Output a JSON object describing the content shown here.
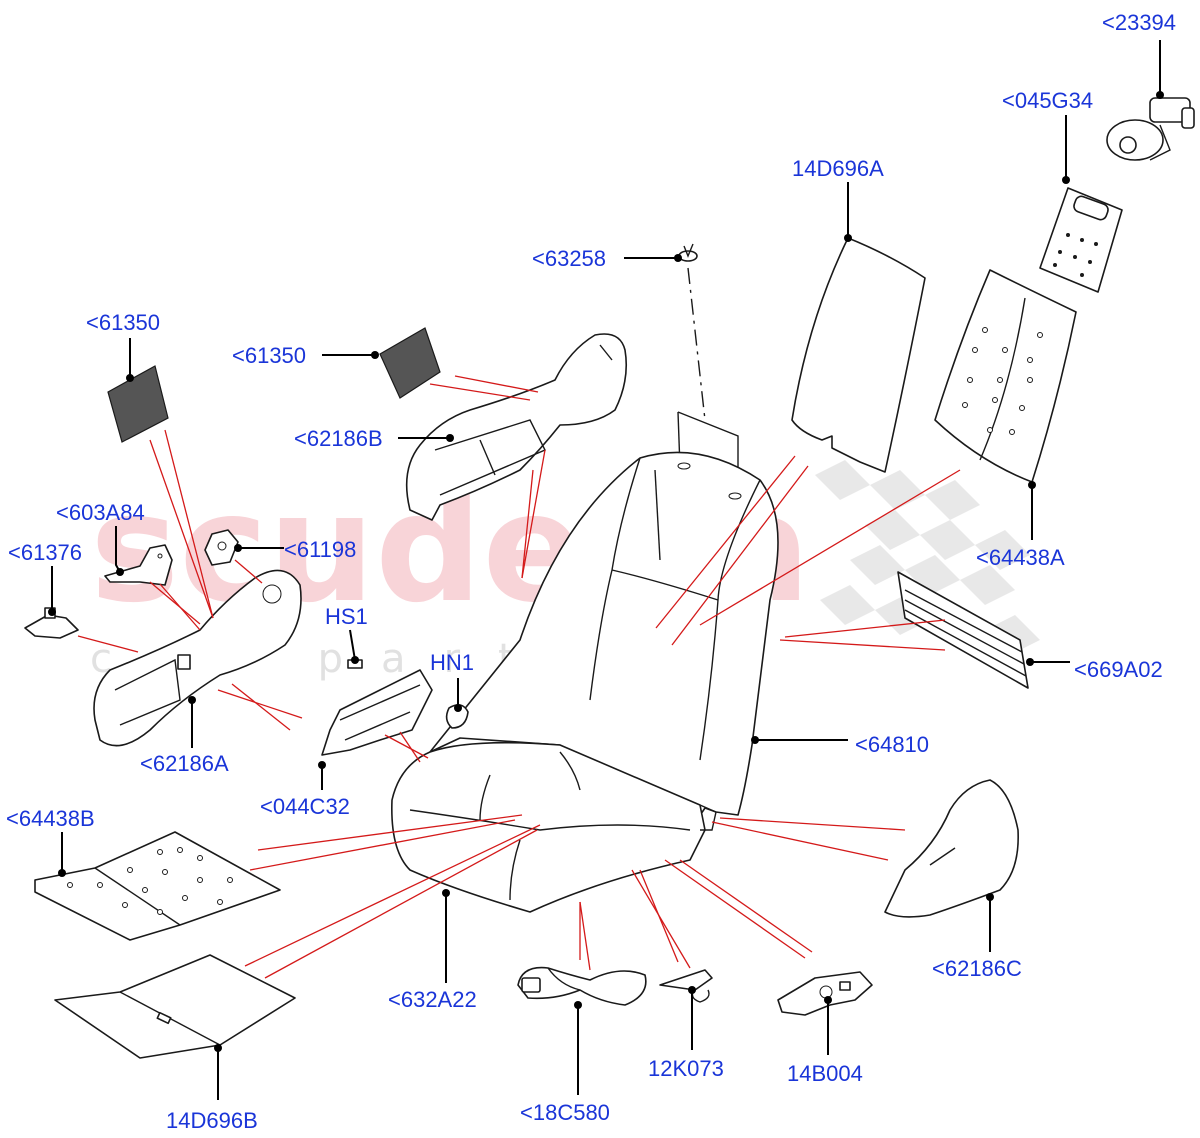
{
  "watermark": {
    "brand": "scuderia",
    "sub": "car parts"
  },
  "labels": {
    "p23394": "<23394",
    "p045G34": "<045G34",
    "p14D696A": "14D696A",
    "p63258": "<63258",
    "p61350_a": "<61350",
    "p61350_b": "<61350",
    "p62186B": "<62186B",
    "p603A84": "<603A84",
    "p61376": "<61376",
    "p61198": "<61198",
    "pHS1": "HS1",
    "pHN1": "HN1",
    "p64438A": "<64438A",
    "p669A02": "<669A02",
    "p64810": "<64810",
    "p62186A": "<62186A",
    "p044C32": "<044C32",
    "p64438B": "<64438B",
    "p632A22": "<632A22",
    "p62186C": "<62186C",
    "p12K073": "12K073",
    "p14B004": "14B004",
    "p18C580": "<18C580",
    "p14D696B": "14D696B"
  }
}
